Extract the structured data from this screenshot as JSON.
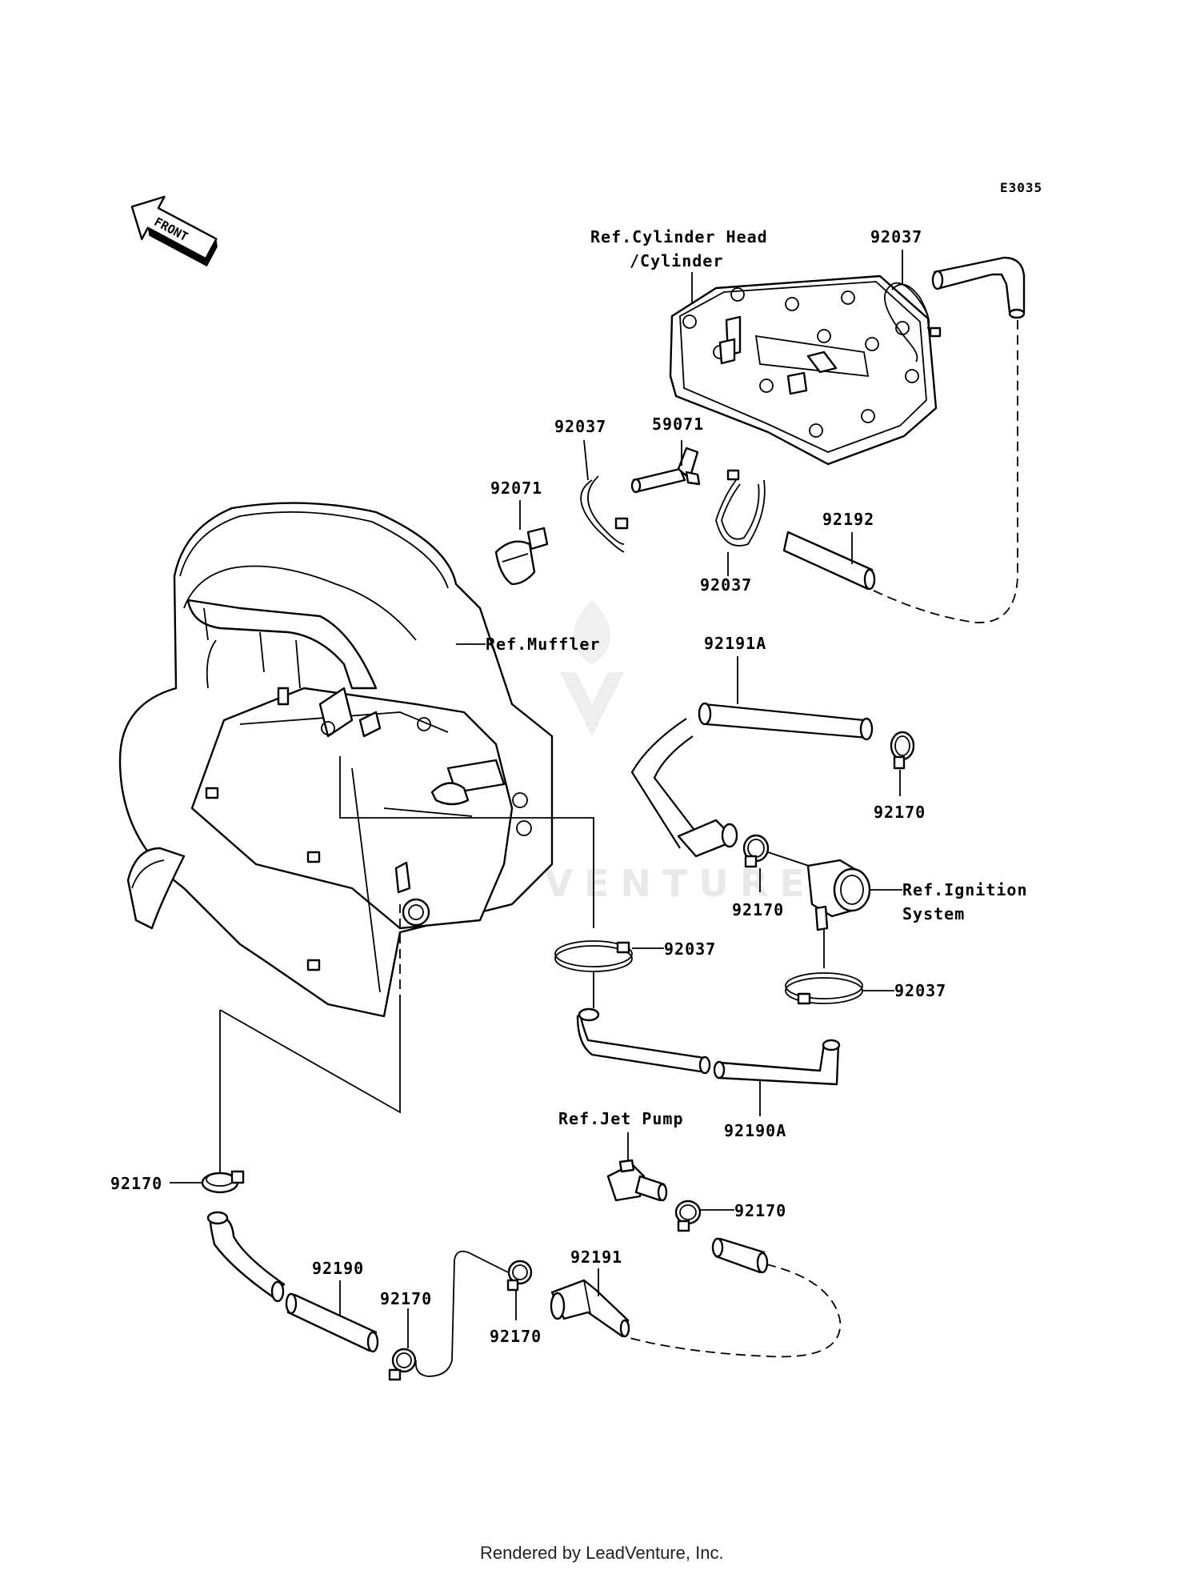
{
  "diagram_code": "E3035",
  "front_arrow": {
    "label": "FRONT",
    "icon": "front-arrow-icon"
  },
  "refs": {
    "cylinder_head_1": "Ref.Cylinder Head",
    "cylinder_head_2": "/Cylinder",
    "muffler": "Ref.Muffler",
    "ignition_1": "Ref.Ignition",
    "ignition_2": "System",
    "jet_pump": "Ref.Jet Pump"
  },
  "parts": {
    "p92037_top": "92037",
    "p92037_mid_left": "92037",
    "p59071": "59071",
    "p92071": "92071",
    "p92192": "92192",
    "p92037_mid_low": "92037",
    "p92191A": "92191A",
    "p92170_right_top": "92170",
    "p92170_mid": "92170",
    "p92037_center": "92037",
    "p92037_right": "92037",
    "p92190A": "92190A",
    "p92170_left": "92170",
    "p92190": "92190",
    "p92170_lower_left": "92170",
    "p92170_lower_mid": "92170",
    "p92191": "92191",
    "p92170_lower_right": "92170"
  },
  "watermark": "LEADVENTURE",
  "footer": "Rendered by LeadVenture, Inc."
}
